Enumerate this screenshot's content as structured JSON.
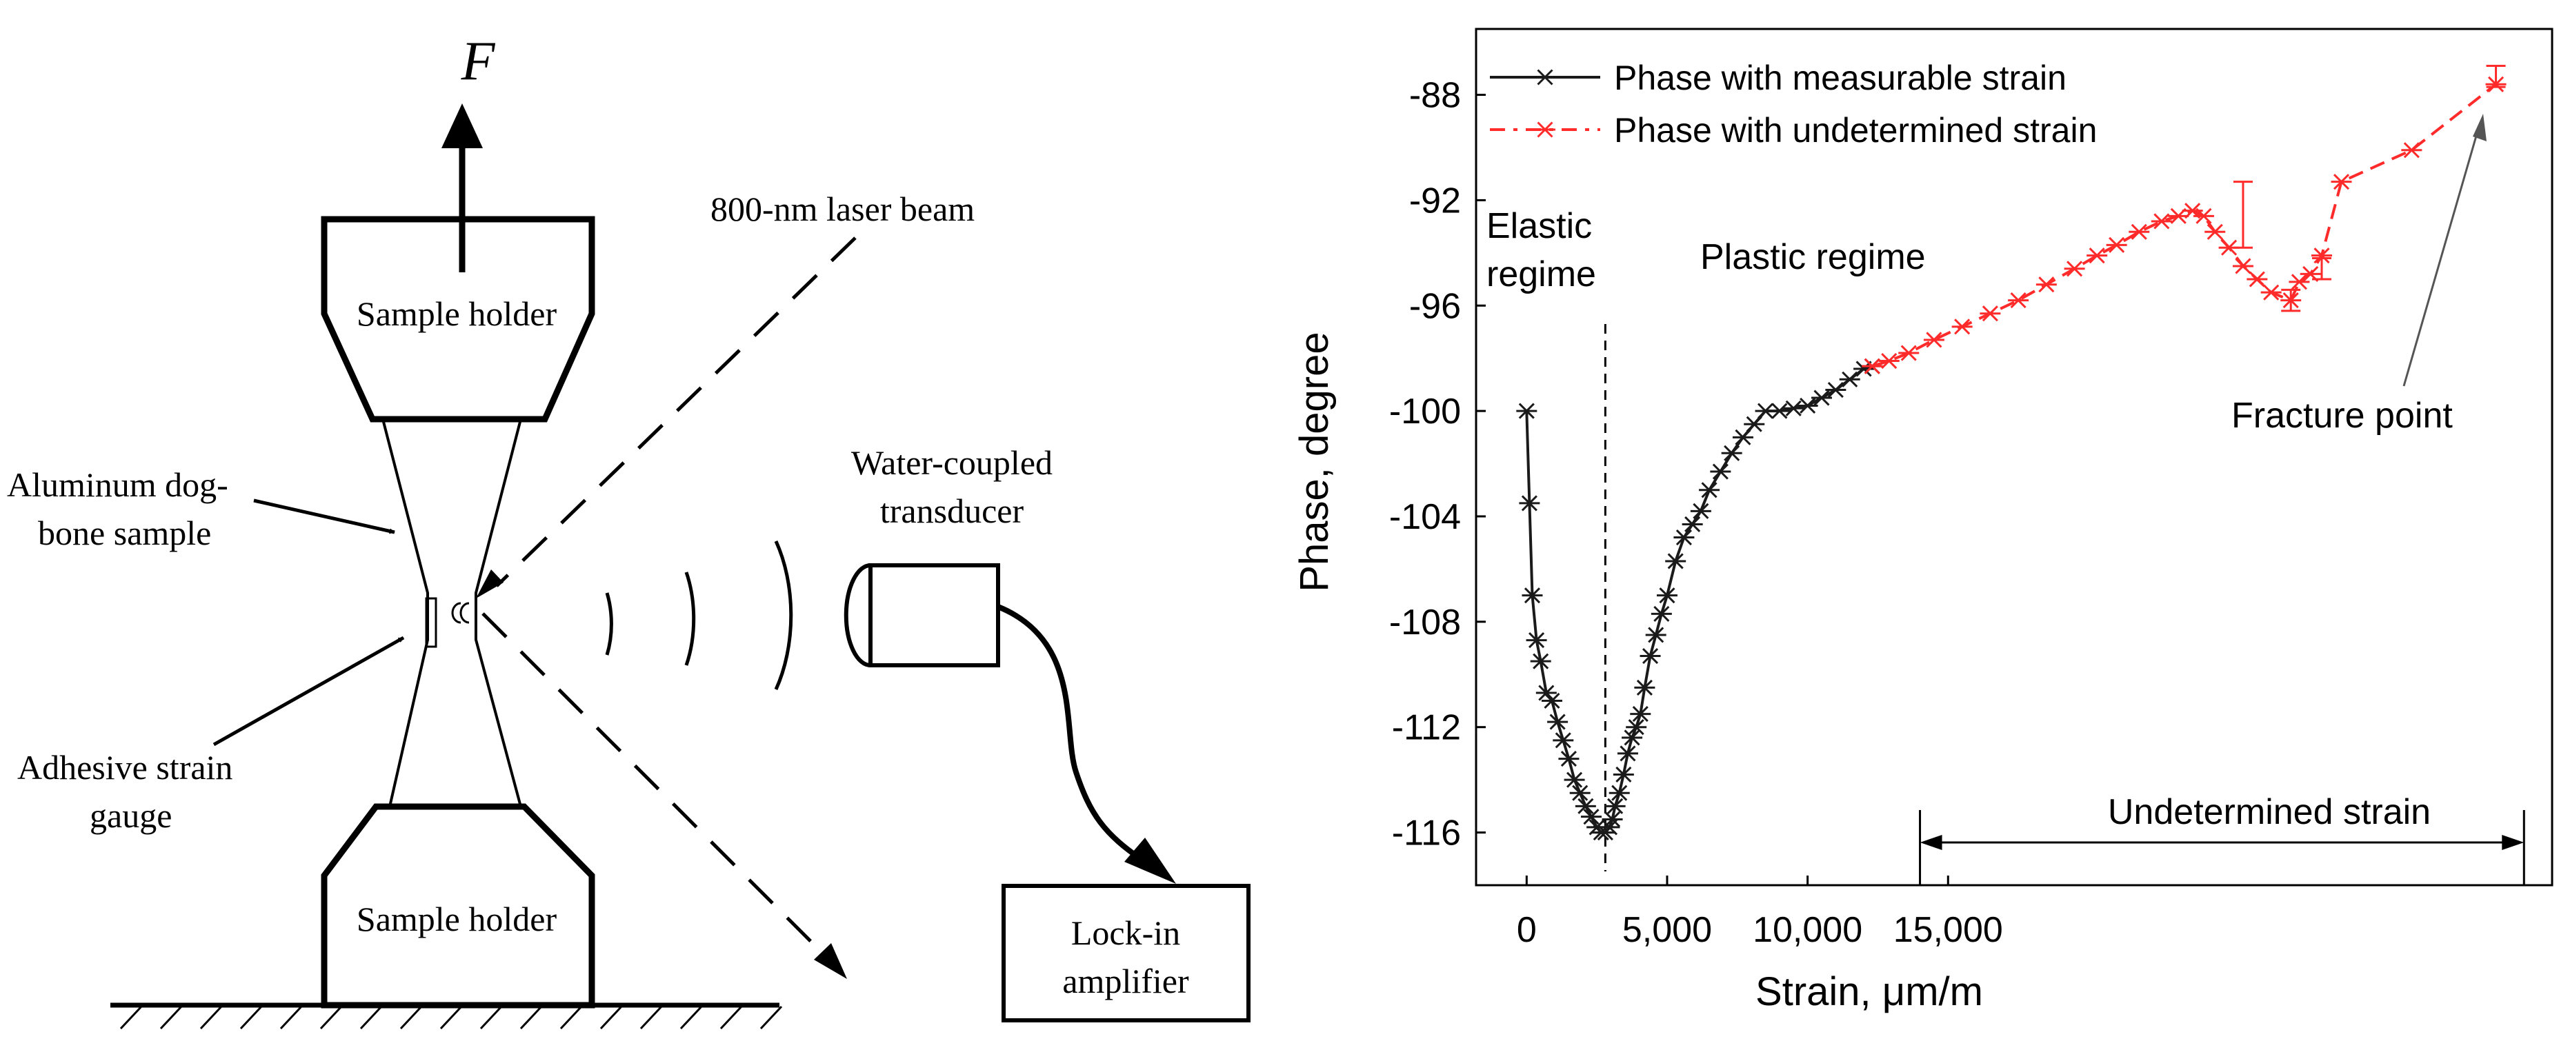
{
  "diagram": {
    "force_label": "F",
    "laser_label": "800-nm laser beam",
    "top_holder": "Sample holder",
    "bottom_holder": "Sample holder",
    "sample_label_line1": "Aluminum dog-",
    "sample_label_line2": "bone sample",
    "gauge_label_line1": "Adhesive strain",
    "gauge_label_line2": "gauge",
    "transducer_line1": "Water-coupled",
    "transducer_line2": "transducer",
    "amplifier_line1": "Lock-in",
    "amplifier_line2": "amplifier"
  },
  "chart_data": {
    "type": "line",
    "xlabel": "Strain, μm/m",
    "ylabel": "Phase, degree",
    "xlim": [
      -1800,
      36500
    ],
    "ylim": [
      -118,
      -85.5
    ],
    "xticks": [
      0,
      5000,
      10000,
      15000
    ],
    "xtick_labels": [
      "0",
      "5,000",
      "10,000",
      "15,000"
    ],
    "yticks": [
      -88,
      -92,
      -96,
      -100,
      -104,
      -108,
      -112,
      -116
    ],
    "ytick_labels": [
      "-88",
      "-92",
      "-96",
      "-100",
      "-104",
      "-108",
      "-112",
      "-116"
    ],
    "legend_position": "top-left",
    "series": [
      {
        "name": "Phase with measurable strain",
        "color": "#1a1a1a",
        "line_style": "solid",
        "marker": "asterisk",
        "x": [
          0,
          100,
          200,
          350,
          500,
          700,
          900,
          1100,
          1300,
          1500,
          1700,
          1900,
          2100,
          2300,
          2500,
          2650,
          2800,
          2950,
          3050,
          3150,
          3300,
          3450,
          3600,
          3750,
          3900,
          4050,
          4200,
          4400,
          4600,
          4800,
          5000,
          5300,
          5600,
          5900,
          6200,
          6500,
          6900,
          7300,
          7700,
          8100,
          8500,
          9000,
          9500,
          10000,
          10500,
          11000,
          11500,
          12000,
          12300
        ],
        "y": [
          -100,
          -103.5,
          -107,
          -108.7,
          -109.5,
          -110.7,
          -111,
          -111.8,
          -112.5,
          -113.2,
          -114,
          -114.5,
          -115,
          -115.4,
          -115.8,
          -116,
          -116,
          -115.8,
          -115.5,
          -115,
          -114.5,
          -113.8,
          -113,
          -112.4,
          -112,
          -111.5,
          -110.5,
          -109.3,
          -108.5,
          -107.7,
          -107,
          -105.7,
          -104.8,
          -104.3,
          -103.8,
          -103,
          -102.3,
          -101.6,
          -101,
          -100.5,
          -100,
          -100,
          -99.9,
          -99.8,
          -99.5,
          -99.2,
          -98.8,
          -98.4,
          -98.3
        ]
      },
      {
        "name": "Phase with undetermined strain",
        "color": "#ff2a2a",
        "line_style": "dashed",
        "marker": "asterisk",
        "x": [
          12300,
          12900,
          13600,
          14500,
          15500,
          16500,
          17500,
          18500,
          19500,
          20300,
          21000,
          21800,
          22600,
          23200,
          23700,
          24100,
          24500,
          25000,
          25500,
          26000,
          26500,
          27200,
          27500,
          27900,
          28300,
          29000,
          31500,
          34500
        ],
        "y": [
          -98.3,
          -98.1,
          -97.8,
          -97.3,
          -96.8,
          -96.3,
          -95.8,
          -95.2,
          -94.6,
          -94.1,
          -93.7,
          -93.2,
          -92.8,
          -92.6,
          -92.4,
          -92.6,
          -93.2,
          -93.8,
          -94.5,
          -95,
          -95.5,
          -95.8,
          -95.1,
          -94.8,
          -94.1,
          -91.3,
          -90.1,
          -87.6
        ]
      }
    ],
    "error_bars": [
      {
        "x": 25500,
        "y": -92.5,
        "low": -93.8,
        "high": -91.3
      },
      {
        "x": 27200,
        "y": -95.8,
        "low": -96.2,
        "high": -95.4
      },
      {
        "x": 28300,
        "y": -94.6,
        "low": -95,
        "high": -94.2
      },
      {
        "x": 34500,
        "y": -87.3,
        "low": -87.7,
        "high": -86.9
      }
    ],
    "elastic_boundary_x": 2800,
    "annotations": {
      "elastic_line1": "Elastic",
      "elastic_line2": "regime",
      "plastic": "Plastic regime",
      "fracture": "Fracture point",
      "undetermined": "Undetermined strain",
      "undetermined_range": [
        14000,
        35500
      ]
    }
  }
}
